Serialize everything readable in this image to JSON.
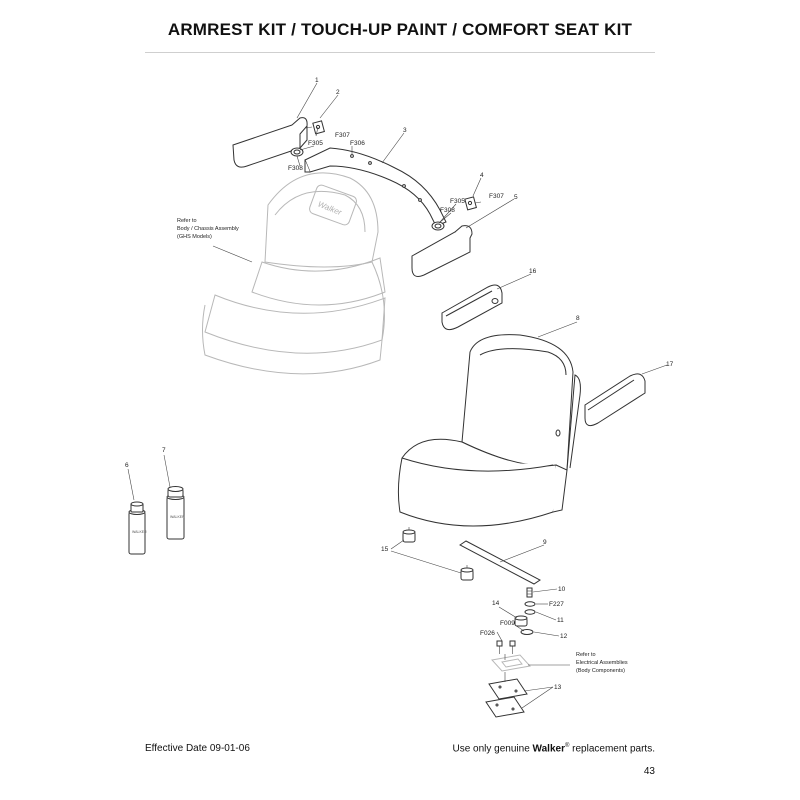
{
  "title": "ARMREST KIT / TOUCH-UP PAINT / COMFORT SEAT KIT",
  "footer": {
    "effective_date": "Effective Date 09-01-06",
    "notice_prefix": "Use only genuine ",
    "brand": "Walker",
    "registered": "®",
    "notice_suffix": " replacement parts.",
    "page_number": "43"
  },
  "diagram": {
    "seat_logo": "Walker",
    "can_label": "WALKER",
    "callouts": {
      "c1": "1",
      "c2": "2",
      "c3": "3",
      "c4": "4",
      "c5": "5",
      "c6": "6",
      "c7": "7",
      "c8": "8",
      "c9": "9",
      "c10": "10",
      "c11": "11",
      "c12": "12",
      "c13": "13",
      "c14": "14",
      "c15": "15",
      "c16": "16",
      "c17": "17",
      "f307a": "F307",
      "f306": "F306",
      "f305a": "F305",
      "f308a": "F308",
      "f305b": "F305",
      "f307b": "F307",
      "f308b": "F308",
      "f227": "F227",
      "f009": "F009",
      "f026": "F026"
    },
    "notes": {
      "body_chassis": [
        "Refer to",
        "Body / Chassis Assembly",
        "(GHS Models)"
      ],
      "electrical": [
        "Refer to",
        "Electrical Assemblies",
        "(Body Components)"
      ]
    }
  }
}
